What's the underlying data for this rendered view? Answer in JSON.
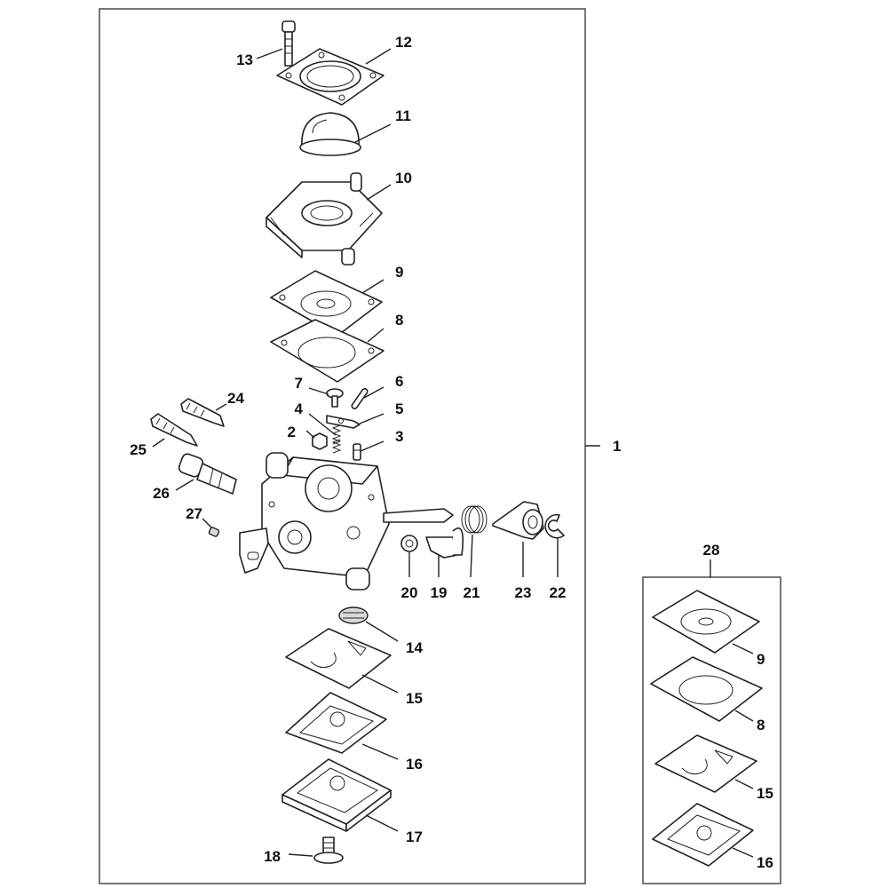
{
  "diagram": {
    "callouts": {
      "c1": "1",
      "c2": "2",
      "c3": "3",
      "c4": "4",
      "c5": "5",
      "c6": "6",
      "c7": "7",
      "c8": "8",
      "c9": "9",
      "c10": "10",
      "c11": "11",
      "c12": "12",
      "c13": "13",
      "c14": "14",
      "c15": "15",
      "c16": "16",
      "c17": "17",
      "c18": "18",
      "c19": "19",
      "c20": "20",
      "c21": "21",
      "c22": "22",
      "c23": "23",
      "c24": "24",
      "c25": "25",
      "c26": "26",
      "c27": "27",
      "c28": "28"
    },
    "kit": {
      "c9": "9",
      "c8": "8",
      "c15": "15",
      "c16": "16"
    }
  }
}
